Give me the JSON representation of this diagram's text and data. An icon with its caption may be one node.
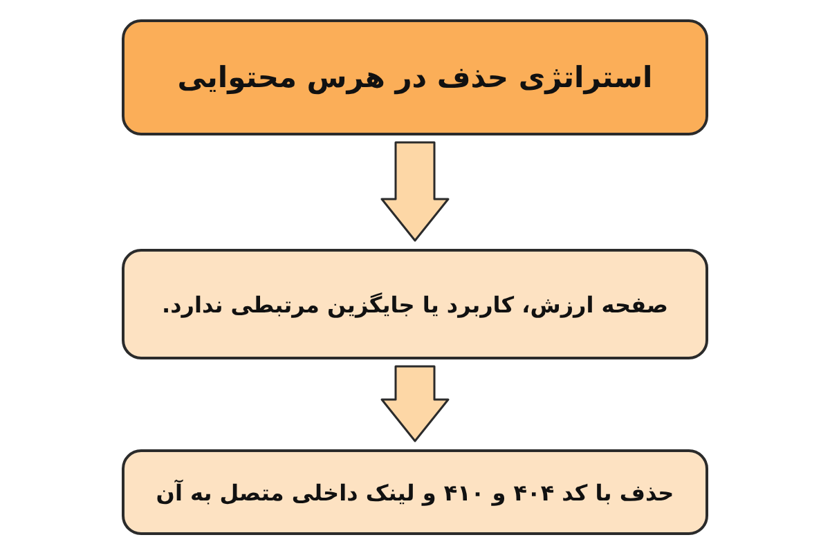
{
  "diagram": {
    "nodes": [
      {
        "text": [
          "استراتژی حذف در هرس محتوایی"
        ]
      },
      {
        "text": [
          "صفحه ارزش، کاربرد یا جایگزین مرتبطی ندارد."
        ]
      },
      {
        "text": [
          "حذف با کد ۴۰۴ و ۴۱۰ و لینک داخلی متصل به آن"
        ]
      }
    ],
    "edges": [
      {
        "from": 0,
        "to": 1,
        "arrow": "to"
      },
      {
        "from": 1,
        "to": 2,
        "arrow": "to"
      }
    ]
  }
}
